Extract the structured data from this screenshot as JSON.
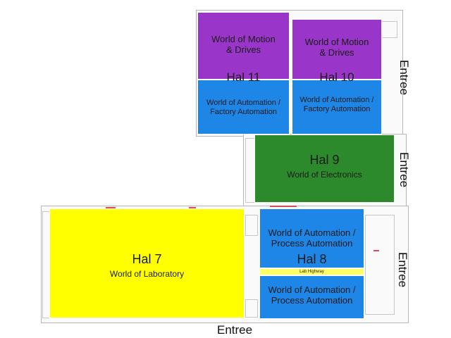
{
  "halls": {
    "hal11": {
      "top_label": "World of Motion\n& Drives",
      "name": "Hal 11",
      "bottom_label": "World of Automation /\nFactory Automation"
    },
    "hal10": {
      "top_label": "World of Motion\n& Drives",
      "name": "Hal 10",
      "bottom_label": "World of Automation /\nFactory Automation"
    },
    "hal9": {
      "name": "Hal 9",
      "label": "World of Electronics"
    },
    "hal8": {
      "top_label": "World of Automation /\nProcess Automation",
      "name": "Hal 8",
      "bottom_label": "World of Automation /\nProcess Automation",
      "corridor_label": "Lab Highway"
    },
    "hal7": {
      "name": "Hal 7",
      "label": "World of Laboratory"
    }
  },
  "entrances": {
    "right_top": "Entree",
    "right_middle": "Entree",
    "right_bottom": "Entree",
    "bottom": "Entree"
  },
  "colors": {
    "purple": "#9936c9",
    "blue": "#1e86e6",
    "green": "#2c8a2c",
    "yellow": "#ffff00"
  }
}
